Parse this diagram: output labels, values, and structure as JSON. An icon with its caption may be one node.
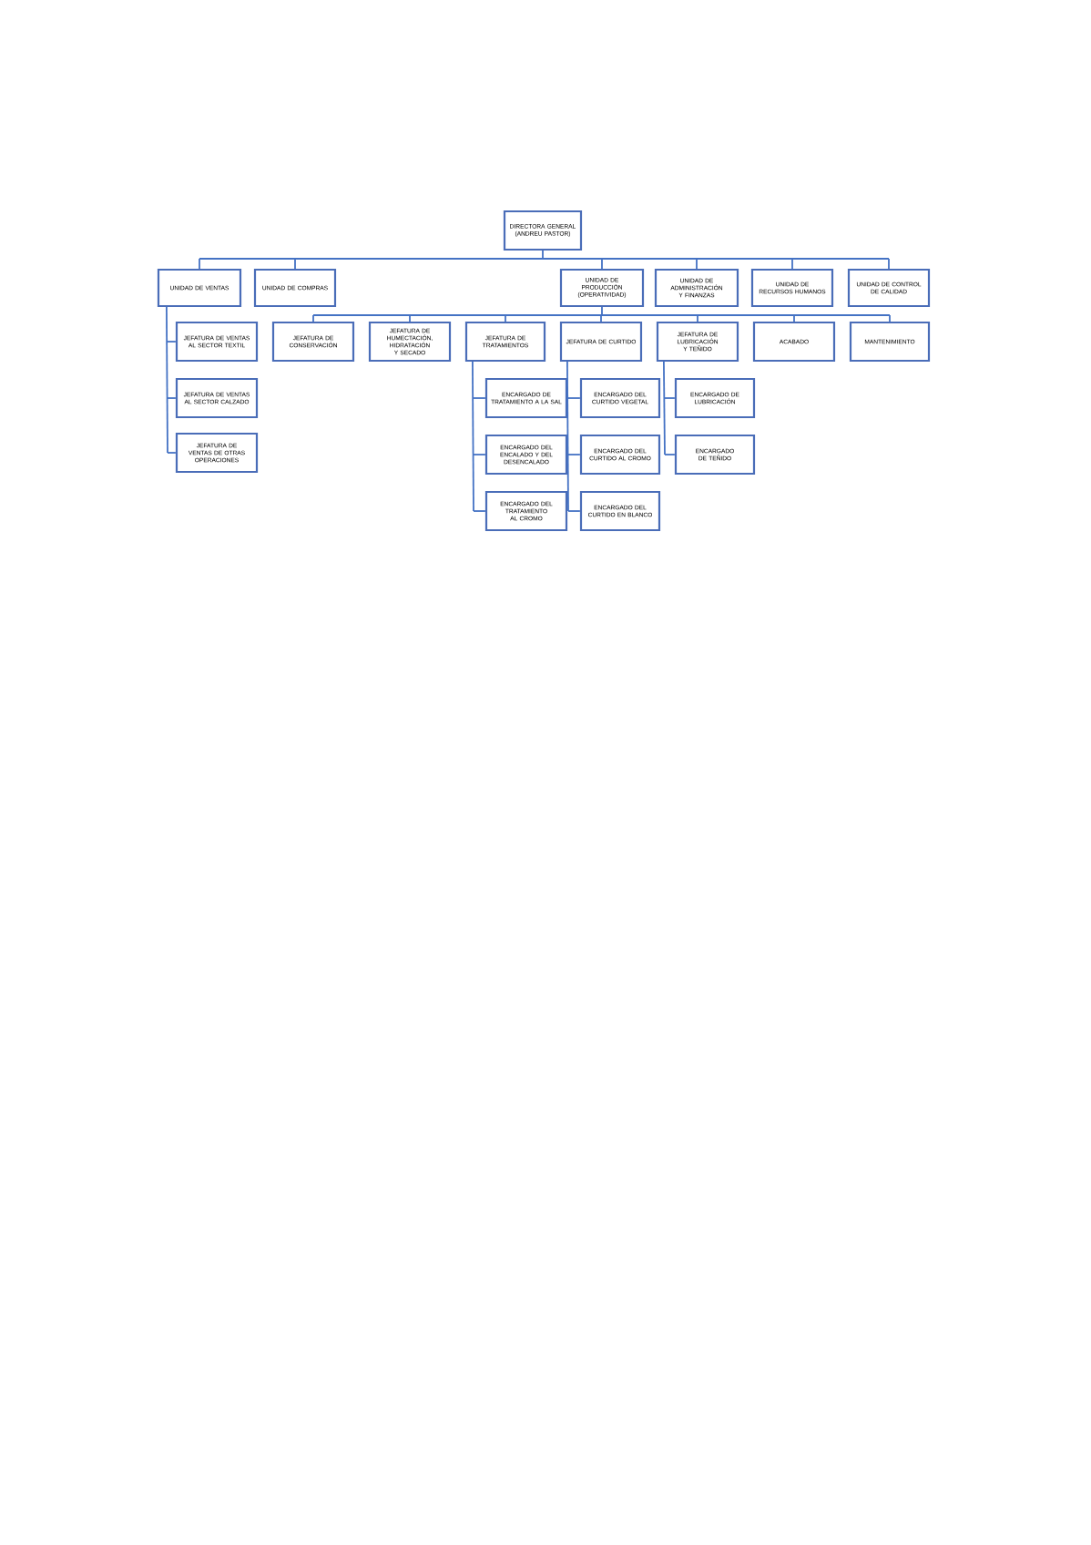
{
  "diagram": {
    "nodes": [
      {
        "text": [
          "DIRECTORA GENERAL (ANDREU PASTOR)"
        ]
      },
      {
        "text": [
          "UNIDAD DE VENTAS"
        ]
      },
      {
        "text": [
          "UNIDAD DE COMPRAS"
        ]
      },
      {
        "text": [
          "UNIDAD DE PRODUCCIÓN (OPERATIVIDAD)"
        ]
      },
      {
        "text": [
          "UNIDAD DE ADMINISTRACIÓN Y FINANZAS"
        ]
      },
      {
        "text": [
          "UNIDAD DE RECURSOS HUMANOS"
        ]
      },
      {
        "text": [
          "UNIDAD DE CONTROL DE CALIDAD"
        ]
      },
      {
        "text": [
          "JEFATURA DE VENTAS AL SECTOR TEXTIL"
        ]
      },
      {
        "text": [
          "JEFATURA DE CONSERVACIÓN"
        ]
      },
      {
        "text": [
          "JEFATURA DE HUMECTACIÓN, HIDRATACIÓN Y SECADO"
        ]
      },
      {
        "text": [
          "JEFATURA DE TRATAMIENTOS"
        ]
      },
      {
        "text": [
          "JEFATURA DE CURTIDO"
        ]
      },
      {
        "text": [
          "JEFATURA DE LUBRICACIÓN Y TEÑIDO"
        ]
      },
      {
        "text": [
          "ACABADO"
        ]
      },
      {
        "text": [
          "MANTENIMIENTO"
        ]
      },
      {
        "text": [
          "JEFATURA DE VENTAS AL SECTOR CALZADO"
        ]
      },
      {
        "text": [
          "ENCARGADO DE TRATAMIENTO A LA SAL"
        ]
      },
      {
        "text": [
          "ENCARGADO DEL CURTIDO VEGETAL"
        ]
      },
      {
        "text": [
          "ENCARGADO DE LUBRICACIÓN"
        ]
      },
      {
        "text": [
          "JEFATURA DE VENTAS DE OTRAS OPERACIONES"
        ]
      },
      {
        "text": [
          "ENCARGADO DEL ENCALADO Y DEL DESENCALADO"
        ]
      },
      {
        "text": [
          "ENCARGADO DEL CURTIDO AL CROMO"
        ]
      },
      {
        "text": [
          "ENCARGADO DE TEÑIDO"
        ]
      },
      {
        "text": [
          "ENCARGADO DEL TRATAMIENTO AL CROMO"
        ]
      },
      {
        "text": [
          "ENCARGADO DEL CURTIDO EN BLANCO"
        ]
      }
    ],
    "edges": [
      {
        "from": 0,
        "to": 1,
        "arrow": "none"
      },
      {
        "from": 0,
        "to": 2,
        "arrow": "none"
      },
      {
        "from": 0,
        "to": 3,
        "arrow": "none"
      },
      {
        "from": 0,
        "to": 4,
        "arrow": "none"
      },
      {
        "from": 0,
        "to": 5,
        "arrow": "none"
      },
      {
        "from": 0,
        "to": 6,
        "arrow": "none"
      },
      {
        "from": 1,
        "to": 7,
        "arrow": "none"
      },
      {
        "from": 1,
        "to": 15,
        "arrow": "none"
      },
      {
        "from": 1,
        "to": 19,
        "arrow": "none"
      },
      {
        "from": 3,
        "to": 8,
        "arrow": "none"
      },
      {
        "from": 3,
        "to": 9,
        "arrow": "none"
      },
      {
        "from": 3,
        "to": 10,
        "arrow": "none"
      },
      {
        "from": 3,
        "to": 11,
        "arrow": "none"
      },
      {
        "from": 3,
        "to": 12,
        "arrow": "none"
      },
      {
        "from": 3,
        "to": 13,
        "arrow": "none"
      },
      {
        "from": 3,
        "to": 14,
        "arrow": "none"
      },
      {
        "from": 10,
        "to": 16,
        "arrow": "none"
      },
      {
        "from": 10,
        "to": 20,
        "arrow": "none"
      },
      {
        "from": 10,
        "to": 23,
        "arrow": "none"
      },
      {
        "from": 11,
        "to": 17,
        "arrow": "none"
      },
      {
        "from": 11,
        "to": 21,
        "arrow": "none"
      },
      {
        "from": 11,
        "to": 24,
        "arrow": "none"
      },
      {
        "from": 12,
        "to": 18,
        "arrow": "none"
      },
      {
        "from": 12,
        "to": 22,
        "arrow": "none"
      }
    ]
  }
}
